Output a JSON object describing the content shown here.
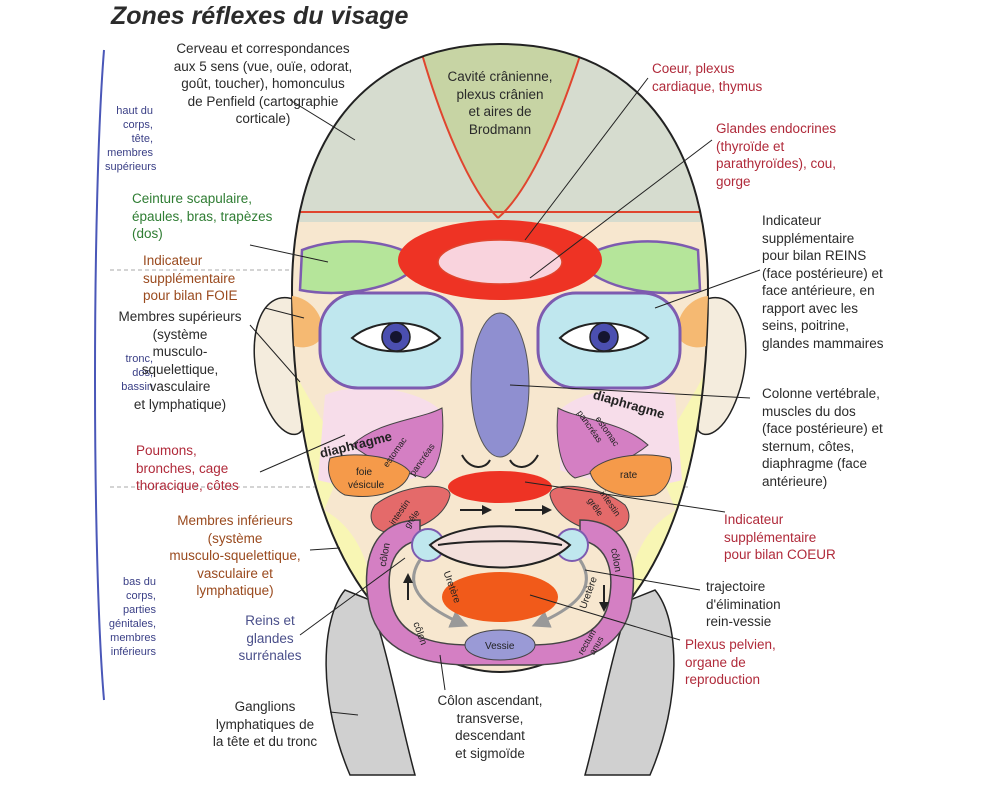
{
  "title": "Zones réflexes du visage",
  "side_labels": {
    "upper": "haut du\ncorps,\ntête,\nmembres\nsupérieurs",
    "middle": "tronc,\ndos,\nbassin",
    "lower": "bas du\ncorps,\nparties\ngénitales,\nmembres\ninférieurs"
  },
  "labels": {
    "brain": "Cerveau et correspondances\naux 5 sens (vue, ouïe, odorat,\ngoût, toucher), homonculus\nde Penfield (cartographie\ncorticale)",
    "cranial": "Cavité crânienne,\nplexus crânien\net aires de\nBrodmann",
    "heart": "Coeur, plexus\ncardiaque, thymus",
    "glands": "Glandes endocrines\n(thyroïde et\nparathyroïdes), cou,\ngorge",
    "shoulders": "Ceinture scapulaire,\népaules, bras, trapèzes\n(dos)",
    "liver": "Indicateur\nsupplémentaire\npour bilan FOIE",
    "upper_limbs": "Membres supérieurs\n(système\nmusculo-\nsquelettique,\nvasculaire\net lymphatique)",
    "kidneys_ind": "Indicateur\nsupplémentaire\npour bilan REINS\n(face postérieure) et\nface antérieure, en\nrapport avec les\nseins, poitrine,\nglandes mammaires",
    "spine": "Colonne vertébrale,\nmuscles du dos\n(face postérieure) et\nsternum, côtes,\ndiaphragme (face\nantérieure)",
    "lungs": "Poumons,\nbronches, cage\nthoracique, côtes",
    "lower_limbs": "Membres inférieurs\n(système\nmusculo-squelettique,\nvasculaire et\nlymphatique)",
    "heart_ind": "Indicateur\nsupplémentaire\npour bilan COEUR",
    "elimination": "trajectoire\nd'élimination\nrein-vessie",
    "adrenal": "Reins et\nglandes\nsurrénales",
    "pelvic": "Plexus pelvien,\norgane de\nreproduction",
    "lymph": "Ganglions\nlymphatiques de\nla tête et du tronc",
    "colon": "Côlon ascendant,\ntransverse,\ndescendant\net sigmoïde"
  },
  "face_labels": {
    "diaphragm": "diaphragme",
    "stomach": "estomac",
    "pancreas": "pancréas",
    "liver": "foie",
    "gallbladder": "vésicule",
    "spleen": "rate",
    "small_intestine_1": "intestin",
    "small_intestine_2": "grêle",
    "colon": "côlon",
    "ureter": "Uretère",
    "bladder": "Vessie",
    "rectum": "rectum",
    "anus": "anus"
  },
  "colors": {
    "forehead": "#d6dccf",
    "cranial": "#c7d4a4",
    "red_line": "#e0452e",
    "brow": "#b5e59a",
    "eye_zone": "#bfe7ee",
    "eye_border": "#7d5bb0",
    "nose": "#8f8fd0",
    "yellow": "#f8f6b4",
    "pink": "#f7ddea",
    "magenta": "#d47fc3",
    "orange": "#f59a4a",
    "lymph": "#d0d0d0",
    "skin": "#f7e7cf"
  }
}
